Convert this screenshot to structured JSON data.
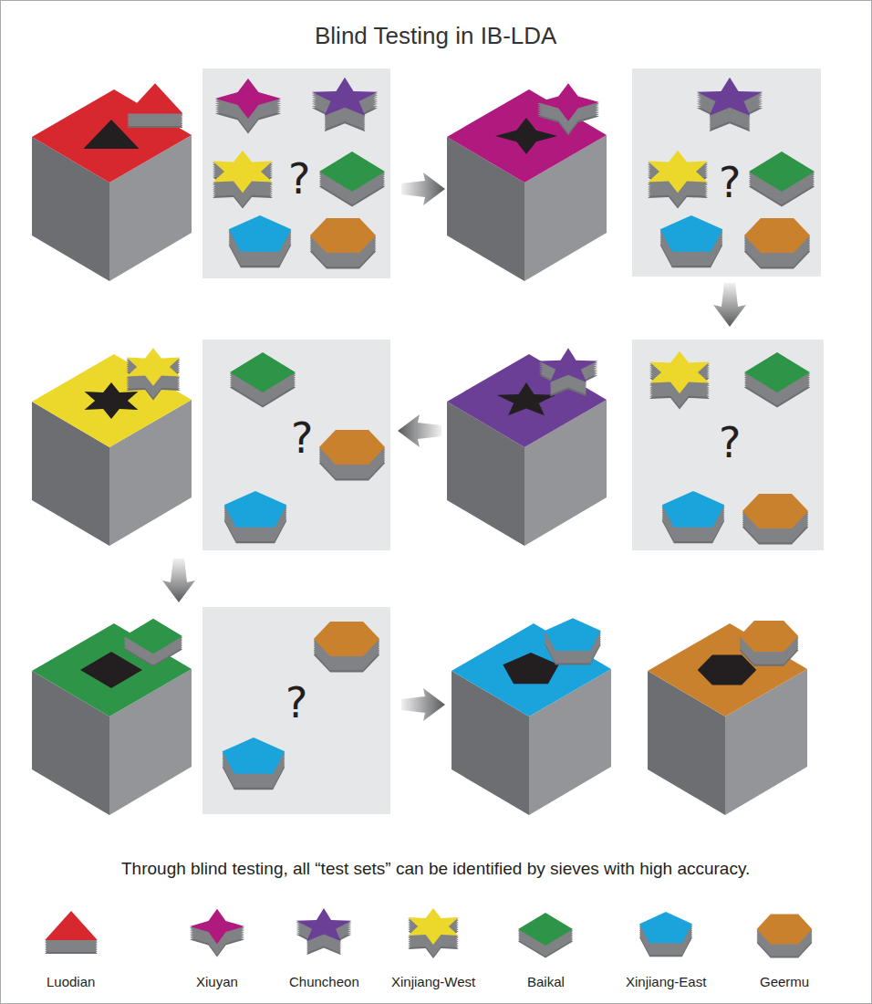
{
  "diagram": {
    "title": "Blind Testing in IB-LDA",
    "caption": "Through blind testing,  all “test sets” can be identified by sieves with high accuracy.",
    "labels": [
      "?",
      "?",
      "?",
      "?",
      "?"
    ],
    "legend": [
      {
        "text": "Luodian"
      },
      {
        "text": "Xiuyan"
      },
      {
        "text": "Chuncheon"
      },
      {
        "text": "Xinjiang-West"
      },
      {
        "text": "Baikal"
      },
      {
        "text": "Xinjiang-East"
      },
      {
        "text": "Geermu"
      }
    ]
  }
}
